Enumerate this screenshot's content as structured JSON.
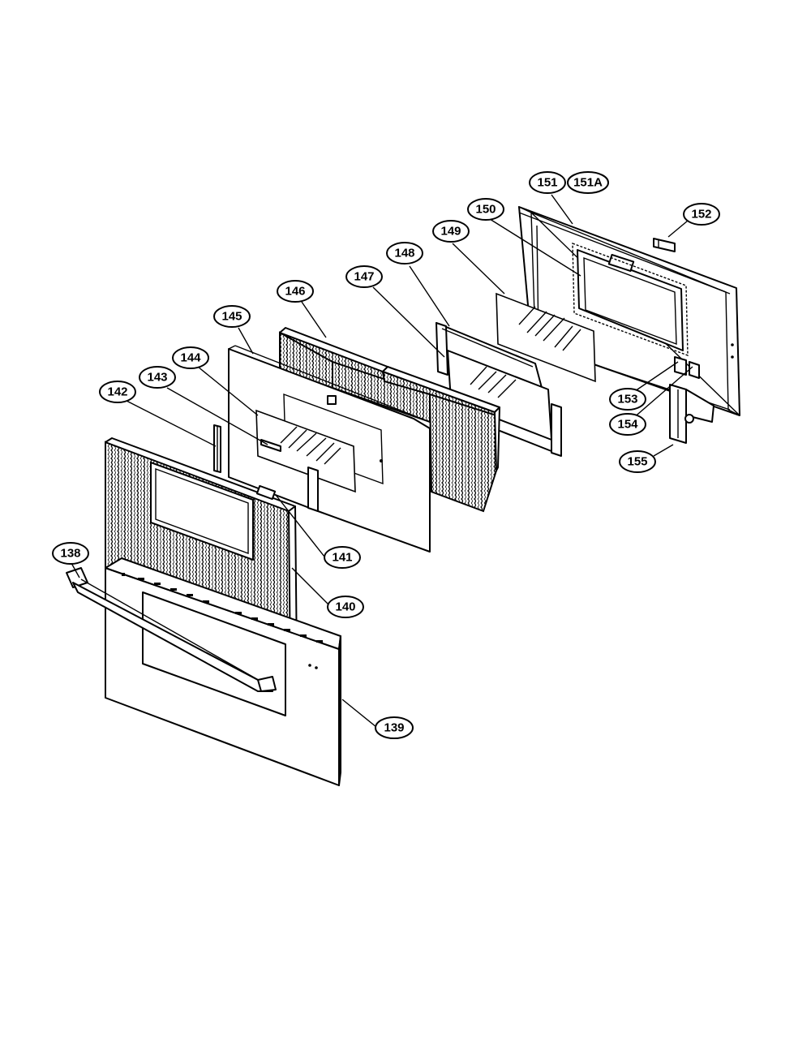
{
  "callouts": [
    {
      "id": "c138",
      "label": "138"
    },
    {
      "id": "c139",
      "label": "139"
    },
    {
      "id": "c140",
      "label": "140"
    },
    {
      "id": "c141",
      "label": "141"
    },
    {
      "id": "c142",
      "label": "142"
    },
    {
      "id": "c143",
      "label": "143"
    },
    {
      "id": "c144",
      "label": "144"
    },
    {
      "id": "c145",
      "label": "145"
    },
    {
      "id": "c146",
      "label": "146"
    },
    {
      "id": "c147",
      "label": "147"
    },
    {
      "id": "c148",
      "label": "148"
    },
    {
      "id": "c149",
      "label": "149"
    },
    {
      "id": "c150",
      "label": "150"
    },
    {
      "id": "c151",
      "label": "151"
    },
    {
      "id": "c151a",
      "label": "151A"
    },
    {
      "id": "c152",
      "label": "152"
    },
    {
      "id": "c153",
      "label": "153"
    },
    {
      "id": "c154",
      "label": "154"
    },
    {
      "id": "c155",
      "label": "155"
    }
  ],
  "colors": {
    "ink": "#000000",
    "paper": "#ffffff"
  }
}
